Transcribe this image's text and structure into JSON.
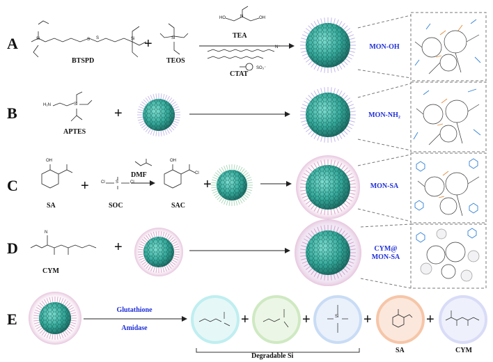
{
  "rows": {
    "A": {
      "letter": "A",
      "reactant1": "BTSPD",
      "reactant2": "TEOS",
      "reagent_top": "TEA",
      "reagent_bottom": "CTAT",
      "product": "MON-OH"
    },
    "B": {
      "letter": "B",
      "reactant1": "APTES",
      "product": "MON-NH₂"
    },
    "C": {
      "letter": "C",
      "reactant1": "SA",
      "reactant2": "SOC",
      "reagent": "DMF",
      "intermediate": "SAC",
      "product": "MON-SA"
    },
    "D": {
      "letter": "D",
      "reactant1": "CYM",
      "product_line1": "CYM@",
      "product_line2": "MON-SA"
    },
    "E": {
      "letter": "E",
      "trigger1": "Glutathione",
      "trigger2": "Amidase",
      "bracket_label": "Degradable Si",
      "product_sa": "SA",
      "product_cym": "CYM"
    }
  },
  "plus_sign": "+",
  "molecule_text": {
    "si": "Si",
    "s": "S",
    "o": "O",
    "n": "N",
    "h2n": "H₂N",
    "oh": "OH",
    "ho": "HO",
    "cl": "Cl",
    "so3": "SO₃⁻",
    "nplus": "N⁺"
  },
  "colors": {
    "particle_core": "#3fb4a6",
    "particle_dark": "#1d6e66",
    "brush": "#b9aee0",
    "sa_shell": "#d8a0c8",
    "bond_blue": "#2e7fd6",
    "bond_orange": "#e38a3a",
    "label_blue": "#1f2fd6",
    "halo_cyan": "#bfeef0",
    "halo_green": "#cfe9c2",
    "halo_blue": "#c9dcf5",
    "halo_orange": "#f6c6a8",
    "halo_lavender": "#d9dcf7"
  },
  "icons": [
    "nanoparticle-icon",
    "silica-network-icon",
    "arrow-icon"
  ]
}
